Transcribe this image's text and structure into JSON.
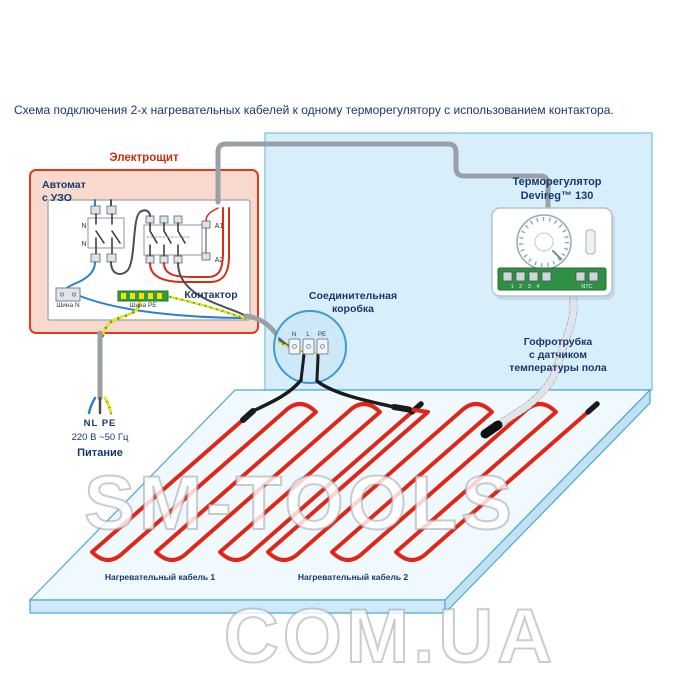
{
  "caption": "Схема подключения 2-х нагревательных кабелей к одному терморегулятору с использованием контактора.",
  "panel": {
    "title": "Электрощит",
    "breaker_line1": "Автомат",
    "breaker_line2": "с УЗО",
    "contactor_label": "Контактор",
    "pole_n_top": "N",
    "pole_n_bottom": "N",
    "coil_a1": "A1",
    "coil_a2": "A2",
    "bus_n_label": "Шина N",
    "bus_pe_label": "Шина PE"
  },
  "supply": {
    "terminals_label": "NL PE",
    "voltage": "220 В ~50 Гц",
    "name": "Питание"
  },
  "junction_box": {
    "title_line1": "Соединительная",
    "title_line2": "коробка",
    "terminal_n": "N",
    "terminal_l": "L",
    "terminal_pe": "PE"
  },
  "thermostat": {
    "title_line1": "Терморегулятор",
    "title_line2": "Devireg™ 130",
    "terminal_numbers": "1 2 3 4",
    "ntc_label": "NTC"
  },
  "sensor_tube": {
    "label_line1": "Гофротрубка",
    "label_line2": "с датчиком",
    "label_line3": "температуры пола"
  },
  "floor": {
    "cable1_label": "Нагревательный кабель 1",
    "cable2_label": "Нагревательный кабель 2"
  },
  "watermark": {
    "line1": "SM-TOOLS",
    "line2": "COM.UA"
  },
  "colors": {
    "label_text": "#17386f",
    "panel_title": "#c52f12",
    "panel_border": "#e03a22",
    "panel_fill": "#f7d9cd",
    "heating_cable": "#e02617",
    "cable_gray": "#9aa0a5",
    "wire_blue": "#2f80c8",
    "wire_dark": "#4a4f54",
    "wire_green": "#2f9e3f",
    "wire_yellow": "#ffdf00",
    "wall_fill": "#d8eefa",
    "wall_border": "#8ccbe4",
    "floor_fill": "#f0f9fd",
    "floor_border": "#4aa7d6",
    "pcb_green": "#2f8f45",
    "lead_black": "#1b1b1b"
  }
}
